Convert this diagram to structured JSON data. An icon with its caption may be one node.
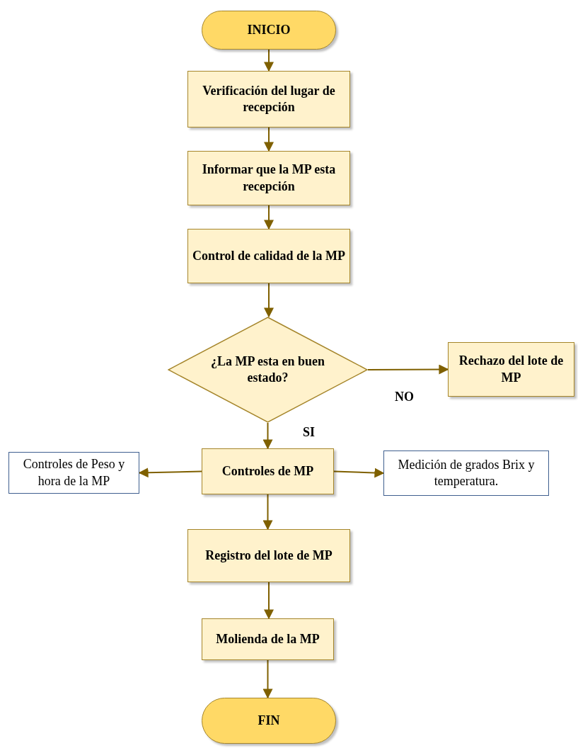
{
  "diagram": {
    "nodes": [
      {
        "text": [
          "INICIO"
        ]
      },
      {
        "text": [
          "Verificación del lugar de recepción"
        ]
      },
      {
        "text": [
          "Informar que la MP esta recepción"
        ]
      },
      {
        "text": [
          "Control de calidad de la MP"
        ]
      },
      {
        "text": [
          "¿La MP esta en buen estado?"
        ]
      },
      {
        "text": [
          "Rechazo del lote de MP"
        ]
      },
      {
        "text": [
          "Controles de MP"
        ]
      },
      {
        "text": [
          "Controles de Peso y hora de la MP"
        ]
      },
      {
        "text": [
          "Medición de grados Brix y temperatura."
        ]
      },
      {
        "text": [
          "Registro del lote de MP"
        ]
      },
      {
        "text": [
          "Molienda de la MP"
        ]
      },
      {
        "text": [
          "FIN"
        ]
      }
    ],
    "edges": [
      {
        "from": 0,
        "to": 1,
        "arrow": "to"
      },
      {
        "from": 1,
        "to": 2,
        "arrow": "to"
      },
      {
        "from": 2,
        "to": 3,
        "arrow": "to"
      },
      {
        "from": 3,
        "to": 4,
        "arrow": "to"
      },
      {
        "from": 4,
        "to": 5,
        "arrow": "to",
        "label": "NO"
      },
      {
        "from": 4,
        "to": 6,
        "arrow": "to",
        "label": "SI"
      },
      {
        "from": 6,
        "to": 7,
        "arrow": "to"
      },
      {
        "from": 6,
        "to": 8,
        "arrow": "to"
      },
      {
        "from": 6,
        "to": 9,
        "arrow": "to"
      },
      {
        "from": 9,
        "to": 10,
        "arrow": "to"
      },
      {
        "from": 10,
        "to": 11,
        "arrow": "to"
      }
    ]
  }
}
